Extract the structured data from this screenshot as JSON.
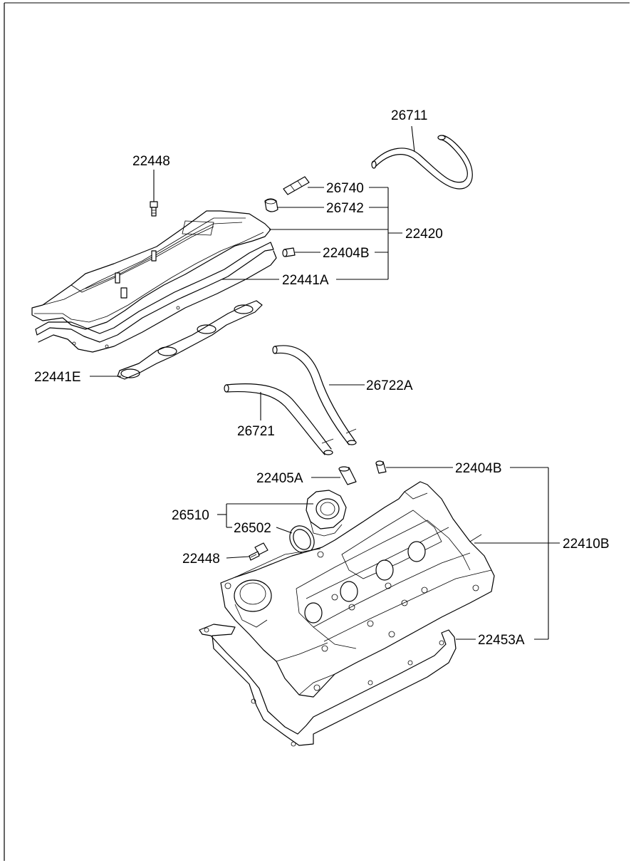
{
  "labels": {
    "p26711": "26711",
    "p22448_top": "22448",
    "p26740": "26740",
    "p26742": "26742",
    "p22420": "22420",
    "p22404B_top": "22404B",
    "p22441A": "22441A",
    "p22441E": "22441E",
    "p26722A": "26722A",
    "p26721": "26721",
    "p22405A": "22405A",
    "p22404B_bottom": "22404B",
    "p26510": "26510",
    "p26502": "26502",
    "p22448_bottom": "22448",
    "p22410B": "22410B",
    "p22453A": "22453A"
  }
}
